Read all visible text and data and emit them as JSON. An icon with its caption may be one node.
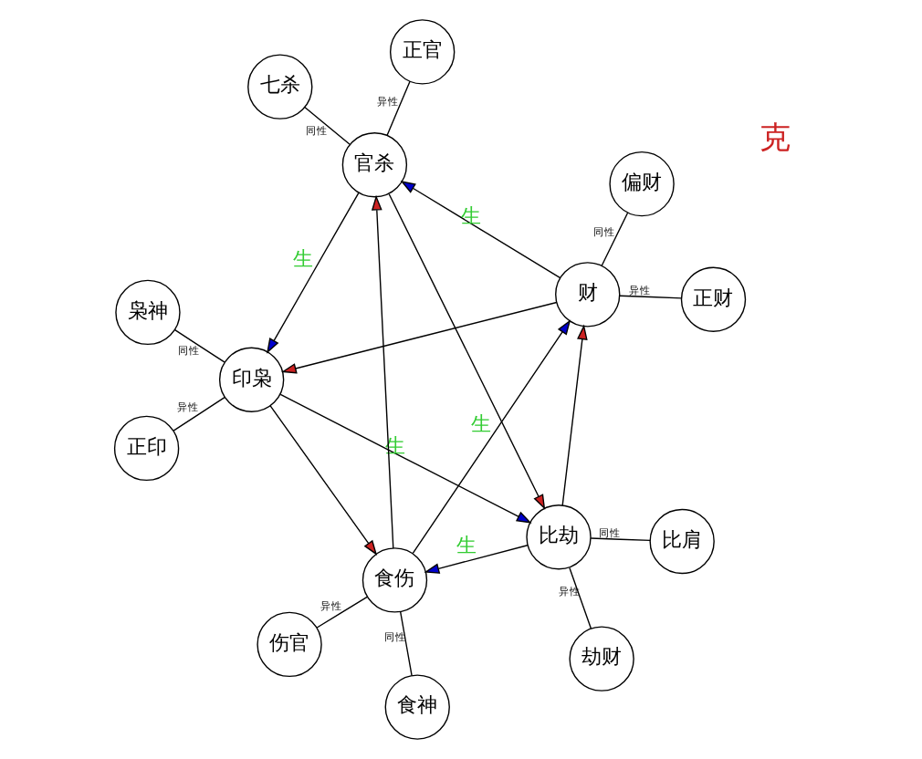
{
  "diagram": {
    "nodes": [
      {
        "text": [
          "印枭"
        ]
      },
      {
        "text": [
          "比劫"
        ]
      },
      {
        "text": [
          "食伤"
        ]
      },
      {
        "text": [
          "财"
        ]
      },
      {
        "text": [
          "官杀"
        ]
      },
      {
        "text": [
          "枭神"
        ]
      },
      {
        "text": [
          "正印"
        ]
      },
      {
        "text": [
          "比肩"
        ]
      },
      {
        "text": [
          "劫财"
        ]
      },
      {
        "text": [
          "食神"
        ]
      },
      {
        "text": [
          "伤官"
        ]
      },
      {
        "text": [
          "偏财"
        ]
      },
      {
        "text": [
          "正财"
        ]
      },
      {
        "text": [
          "正官"
        ]
      },
      {
        "text": [
          "七杀"
        ]
      }
    ],
    "edges": [
      {
        "from": 4,
        "to": 0,
        "arrow": "to",
        "label": "生"
      },
      {
        "from": 0,
        "to": 1,
        "arrow": "to",
        "label": "生"
      },
      {
        "from": 1,
        "to": 2,
        "arrow": "to",
        "label": "生"
      },
      {
        "from": 2,
        "to": 3,
        "arrow": "to",
        "label": "生"
      },
      {
        "from": 3,
        "to": 4,
        "arrow": "to",
        "label": "生"
      },
      {
        "from": 0,
        "to": 2,
        "arrow": "to"
      },
      {
        "from": 2,
        "to": 4,
        "arrow": "to"
      },
      {
        "from": 4,
        "to": 1,
        "arrow": "to"
      },
      {
        "from": 1,
        "to": 3,
        "arrow": "to"
      },
      {
        "from": 3,
        "to": 0,
        "arrow": "to"
      },
      {
        "from": 0,
        "to": 5,
        "arrow": "none",
        "label": "同性"
      },
      {
        "from": 0,
        "to": 6,
        "arrow": "none",
        "label": "异性"
      },
      {
        "from": 1,
        "to": 7,
        "arrow": "none",
        "label": "同性"
      },
      {
        "from": 1,
        "to": 8,
        "arrow": "none",
        "label": "异性"
      },
      {
        "from": 2,
        "to": 9,
        "arrow": "none",
        "label": "同性"
      },
      {
        "from": 2,
        "to": 10,
        "arrow": "none",
        "label": "异性"
      },
      {
        "from": 3,
        "to": 11,
        "arrow": "none",
        "label": "同性"
      },
      {
        "from": 3,
        "to": 12,
        "arrow": "none",
        "label": "异性"
      },
      {
        "from": 4,
        "to": 13,
        "arrow": "none",
        "label": "异性"
      },
      {
        "from": 4,
        "to": 14,
        "arrow": "none",
        "label": "同性"
      }
    ],
    "labels": [
      "克"
    ]
  }
}
